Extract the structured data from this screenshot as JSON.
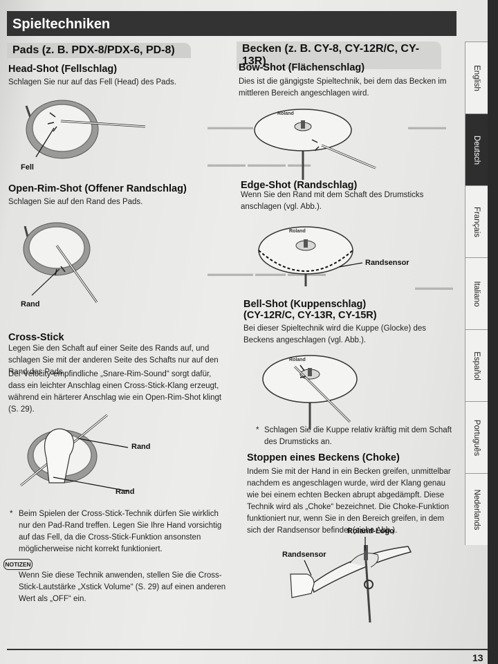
{
  "header": {
    "title": "Spieltechniken"
  },
  "left": {
    "section": "Pads (z. B. PDX-8/PDX-6, PD-8)",
    "head_shot": {
      "title": "Head-Shot (Fellschlag)",
      "text": "Schlagen Sie nur auf das Fell (Head) des Pads.",
      "label": "Fell"
    },
    "open_rim": {
      "title": "Open-Rim-Shot (Offener Randschlag)",
      "text": "Schlagen Sie auf den Rand des Pads.",
      "label": "Rand"
    },
    "cross_stick": {
      "title": "Cross-Stick",
      "text1": "Legen Sie den Schaft auf einer Seite des Rands auf, und schlagen Sie mit der anderen Seite des Schafts nur auf den Rand des Pads.",
      "text2": "Der Velocity-empfindliche „Snare-Rim-Sound“ sorgt dafür, dass ein leichter Anschlag einen Cross-Stick-Klang erzeugt, während ein härterer Anschlag wie ein Open-Rim-Shot klingt (S. 29).",
      "label_top": "Rand",
      "label_bottom": "Rand",
      "note": "Beim Spielen der Cross-Stick-Technik dürfen Sie wirklich nur den Pad-Rand treffen. Legen Sie Ihre Hand vorsichtig auf das Fell, da die Cross-Stick-Funktion ansonsten möglicherweise nicht korrekt funktioniert."
    },
    "notice": {
      "badge": "NOTIZEN",
      "text": "Wenn Sie diese Technik anwenden, stellen Sie die Cross-Stick-Lautstärke „Xstick Volume“ (S. 29) auf einen anderen Wert als „OFF“ ein."
    }
  },
  "right": {
    "section": "Becken (z. B. CY-8, CY-12R/C, CY-13R)",
    "bow_shot": {
      "title": "Bow-Shot (Flächenschlag)",
      "text": "Dies ist die gängigste Spieltechnik, bei dem das Becken im mittleren Bereich angeschlagen wird."
    },
    "edge_shot": {
      "title": "Edge-Shot (Randschlag)",
      "text": "Wenn Sie den Rand mit dem Schaft des Drumsticks anschlagen (vgl. Abb.).",
      "label": "Randsensor"
    },
    "bell_shot": {
      "title": "Bell-Shot (Kuppenschlag)",
      "subtitle": "(CY-12R/C, CY-13R, CY-15R)",
      "text": "Bei dieser Spieltechnik wird die Kuppe (Glocke) des Beckens angeschlagen (vgl. Abb.).",
      "note": "Schlagen Sie die Kuppe relativ kräftig mit dem Schaft des Drumsticks an."
    },
    "choke": {
      "title": "Stoppen eines Beckens (Choke)",
      "text": "Indem Sie mit der Hand in ein Becken greifen, unmittelbar nachdem es angeschlagen wurde, wird der Klang genau wie bei einem echten Becken abrupt abgedämpft. Diese Technik wird als „Choke“ bezeichnet. Die Choke-Funktion funktioniert nur, wenn Sie in den Bereich greifen, in dem sich der Randsensor befindet (siehe Abb.).",
      "label_logo": "Roland-Logo",
      "label_sensor": "Randsensor"
    },
    "brand": "Roland"
  },
  "tabs": [
    "English",
    "Deutsch",
    "Français",
    "Italiano",
    "Español",
    "Português",
    "Nederlands"
  ],
  "active_tab": "Deutsch",
  "page_number": "13"
}
